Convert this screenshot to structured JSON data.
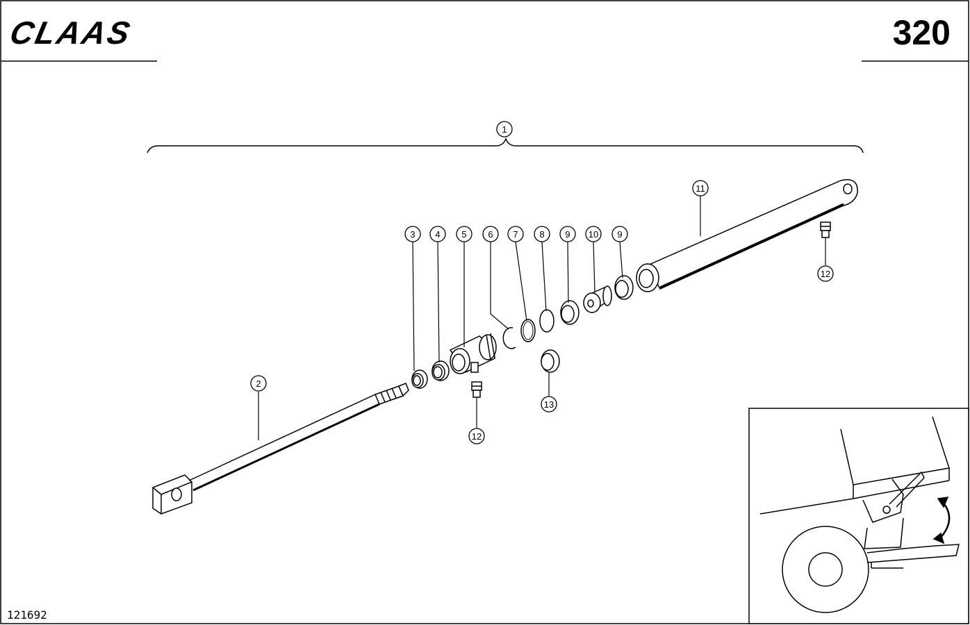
{
  "header": {
    "brand": "CLAAS",
    "page_number": "320"
  },
  "footer": {
    "drawing_number": "121692"
  },
  "callouts": [
    "1",
    "2",
    "3",
    "4",
    "5",
    "6",
    "7",
    "8",
    "9",
    "10",
    "9",
    "11",
    "12",
    "12",
    "13"
  ],
  "colors": {
    "ink": "#000000",
    "paper": "#ffffff"
  }
}
